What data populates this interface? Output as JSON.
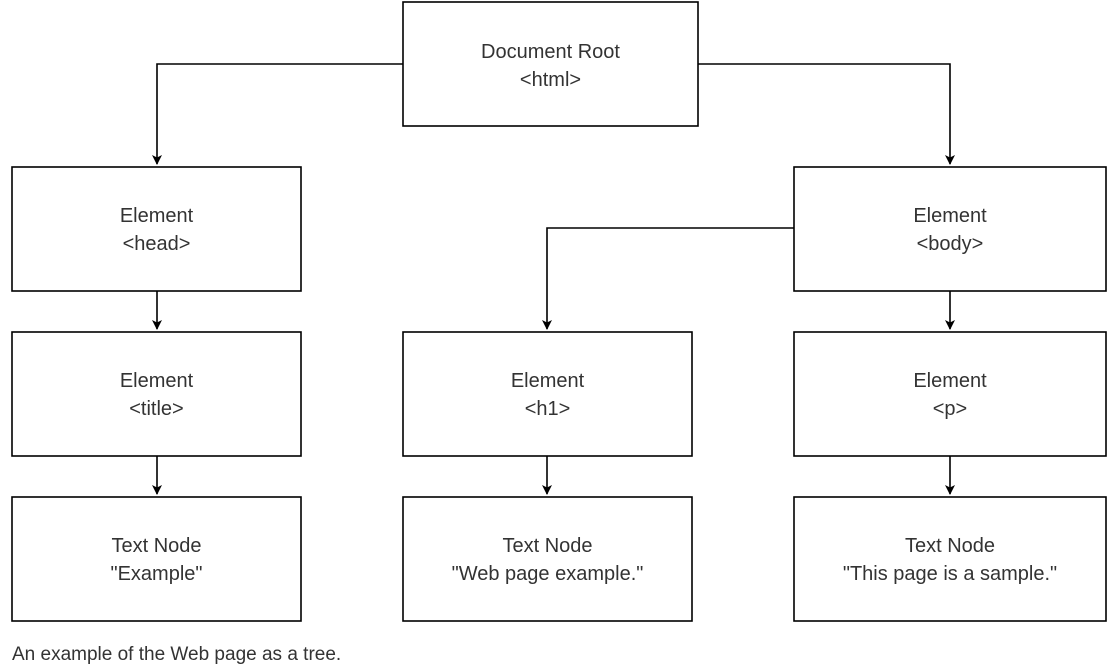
{
  "nodes": {
    "root": {
      "line1": "Document Root",
      "line2": "<html>"
    },
    "head": {
      "line1": "Element",
      "line2": "<head>"
    },
    "body": {
      "line1": "Element",
      "line2": "<body>"
    },
    "title": {
      "line1": "Element",
      "line2": "<title>"
    },
    "h1": {
      "line1": "Element",
      "line2": "<h1>"
    },
    "p": {
      "line1": "Element",
      "line2": "<p>"
    },
    "text_title": {
      "line1": "Text Node",
      "line2": "\"Example\""
    },
    "text_h1": {
      "line1": "Text Node",
      "line2": "\"Web page example.\""
    },
    "text_p": {
      "line1": "Text Node",
      "line2": "\"This page is a sample.\""
    }
  },
  "caption": "An example of the Web page as a tree."
}
